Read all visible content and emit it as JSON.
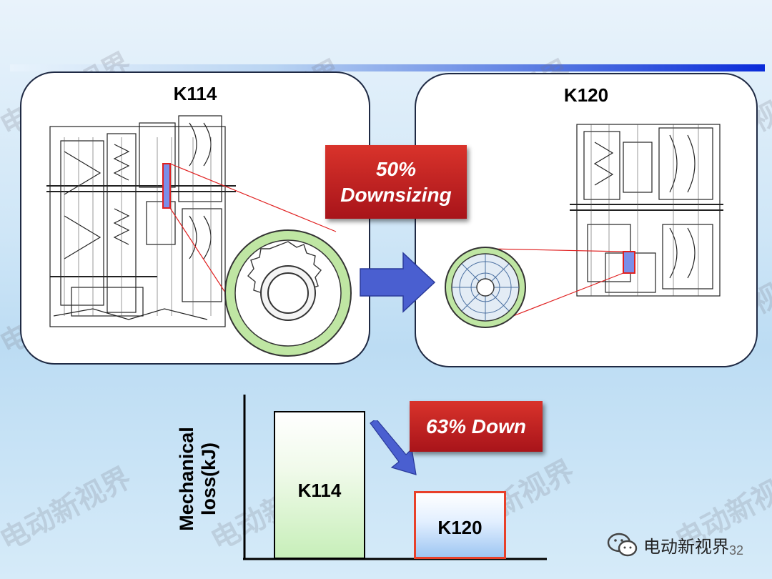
{
  "slide": {
    "left_panel": {
      "title": "K114"
    },
    "right_panel": {
      "title": "K120"
    },
    "callout_downsizing": {
      "line1": "50%",
      "line2": "Downsizing"
    },
    "callout_down": {
      "text": "63% Down"
    },
    "y_axis_label": {
      "line1": "Mechanical",
      "line2": "loss(kJ)"
    },
    "bars": [
      {
        "label": "K114"
      },
      {
        "label": "K120"
      }
    ],
    "watermark_text": "电动新视界",
    "brand": {
      "name": "电动新视界",
      "icon": "wechat-icon"
    },
    "page_number": "32",
    "colors": {
      "callout_red": "#c0201f",
      "arrow_blue": "#4a5fd0",
      "gear_ring_green": "#bfe6a3",
      "highlight_red": "#e02020",
      "highlight_fill": "#7b8ee8"
    }
  }
}
